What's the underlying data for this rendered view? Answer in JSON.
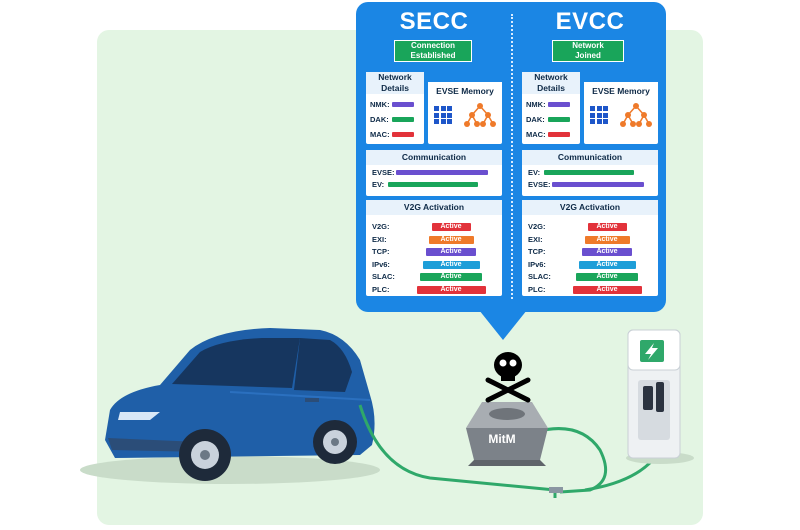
{
  "secc": {
    "title": "SECC",
    "status": "Connection Established",
    "network_details": {
      "heading": "Network Details",
      "rows": [
        {
          "label": "NMK:",
          "color": "#6a4fcf"
        },
        {
          "label": "DAK:",
          "color": "#19a55a"
        },
        {
          "label": "MAC:",
          "color": "#e2323a"
        }
      ]
    },
    "evse_memory": {
      "heading": "EVSE Memory"
    },
    "communication": {
      "heading": "Communication",
      "rows": [
        {
          "label": "EVSE:",
          "color": "#6a4fcf"
        },
        {
          "label": "EV:",
          "color": "#19a55a"
        }
      ]
    },
    "v2g": {
      "heading": "V2G Activation",
      "rows": [
        {
          "label": "V2G:",
          "value": "Active",
          "color": "#e2323a",
          "level": 0.45
        },
        {
          "label": "EXI:",
          "value": "Active",
          "color": "#ef7a2a",
          "level": 0.52
        },
        {
          "label": "TCP:",
          "value": "Active",
          "color": "#6a4fcf",
          "level": 0.58
        },
        {
          "label": "IPv6:",
          "value": "Active",
          "color": "#1e9ed8",
          "level": 0.66
        },
        {
          "label": "SLAC:",
          "value": "Active",
          "color": "#19a55a",
          "level": 0.72
        },
        {
          "label": "PLC:",
          "value": "Active",
          "color": "#e2323a",
          "level": 0.8
        }
      ]
    }
  },
  "evcc": {
    "title": "EVCC",
    "status": "Network Joined",
    "network_details": {
      "heading": "Network Details",
      "rows": [
        {
          "label": "NMK:",
          "color": "#6a4fcf"
        },
        {
          "label": "DAK:",
          "color": "#19a55a"
        },
        {
          "label": "MAC:",
          "color": "#e2323a"
        }
      ]
    },
    "evse_memory": {
      "heading": "EVSE Memory"
    },
    "communication": {
      "heading": "Communication",
      "rows": [
        {
          "label": "EV:",
          "color": "#19a55a"
        },
        {
          "label": "EVSE:",
          "color": "#6a4fcf"
        }
      ]
    },
    "v2g": {
      "heading": "V2G Activation",
      "rows": [
        {
          "label": "V2G:",
          "value": "Active",
          "color": "#e2323a",
          "level": 0.45
        },
        {
          "label": "EXI:",
          "value": "Active",
          "color": "#ef7a2a",
          "level": 0.52
        },
        {
          "label": "TCP:",
          "value": "Active",
          "color": "#6a4fcf",
          "level": 0.58
        },
        {
          "label": "IPv6:",
          "value": "Active",
          "color": "#1e9ed8",
          "level": 0.66
        },
        {
          "label": "SLAC:",
          "value": "Active",
          "color": "#19a55a",
          "level": 0.72
        },
        {
          "label": "PLC:",
          "value": "Active",
          "color": "#e2323a",
          "level": 0.8
        }
      ]
    }
  },
  "mitm": {
    "label": "MitM"
  },
  "colors": {
    "background_panel": "#e3f5e3",
    "bubble": "#1b86e4",
    "car_body": "#1f5fa8",
    "cable": "#2fa86a",
    "charger_icon": "#2fa86a"
  }
}
